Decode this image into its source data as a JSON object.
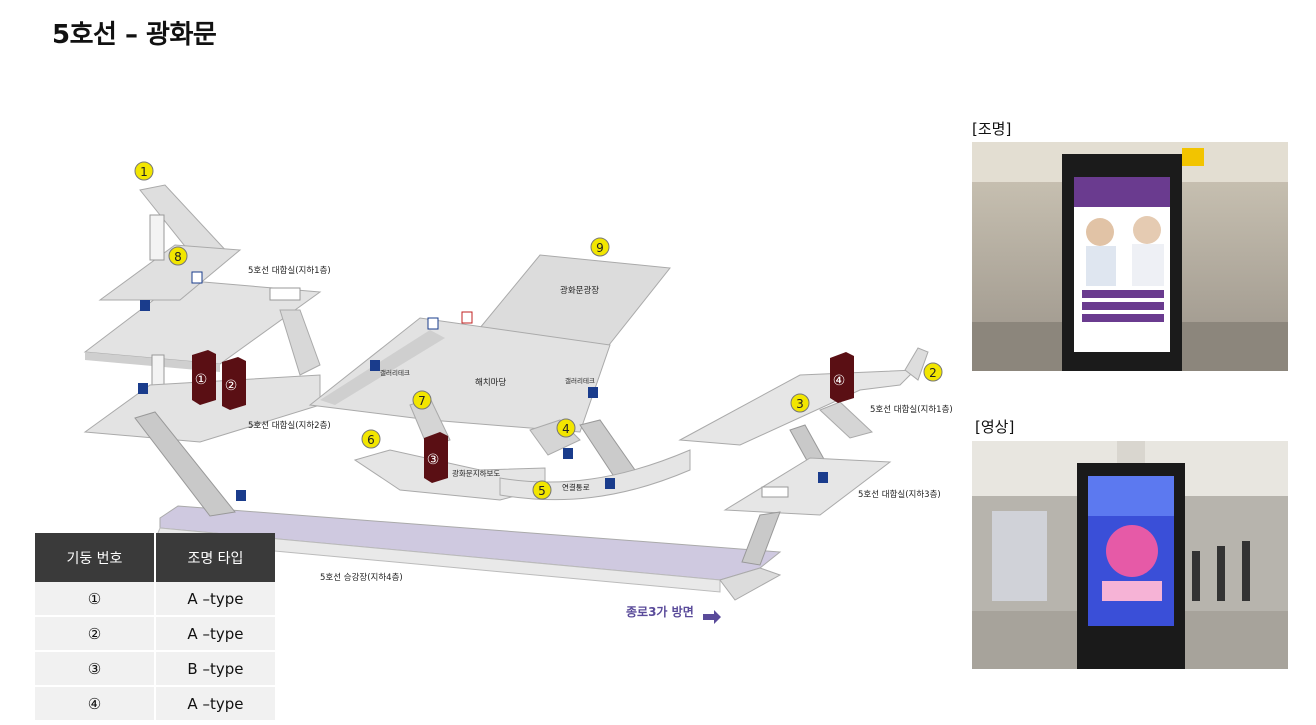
{
  "title": "5호선 – 광화문",
  "labels": {
    "concourse_b1_left": "5호선 대합실(지하1층)",
    "concourse_b2": "5호선 대합실(지하2층)",
    "concourse_b1_right": "5호선 대합실(지하1층)",
    "concourse_b3": "5호선 대합실(지하3층)",
    "platform_b4": "5호선 승강장(지하4층)",
    "plaza": "광화문광장",
    "haechi": "해치마당",
    "gallery_left": "갤러리테크",
    "gallery_right": "갤러리테크",
    "underpass": "광화문지하보도",
    "passage": "연결통로",
    "direction": "종로3가 방면"
  },
  "exits": [
    "1",
    "2",
    "3",
    "4",
    "5",
    "6",
    "7",
    "8",
    "9"
  ],
  "pillars": [
    "①",
    "②",
    "③",
    "④"
  ],
  "photos": {
    "lighting_caption": "[조명]",
    "video_caption": "[영상]"
  },
  "legend": {
    "headers": [
      "기둥 번호",
      "조명 타입"
    ],
    "rows": [
      {
        "num": "①",
        "type": "A –type"
      },
      {
        "num": "②",
        "type": "A –type"
      },
      {
        "num": "③",
        "type": "B –type"
      },
      {
        "num": "④",
        "type": "A –type"
      }
    ]
  },
  "colors": {
    "floor": "#d6d6d6",
    "floor_light": "#e8e8e8",
    "platform": "#cfc9e0",
    "pillar": "#5a0f14",
    "exit_badge": "#f2e600",
    "table_header": "#3a3a3a"
  }
}
